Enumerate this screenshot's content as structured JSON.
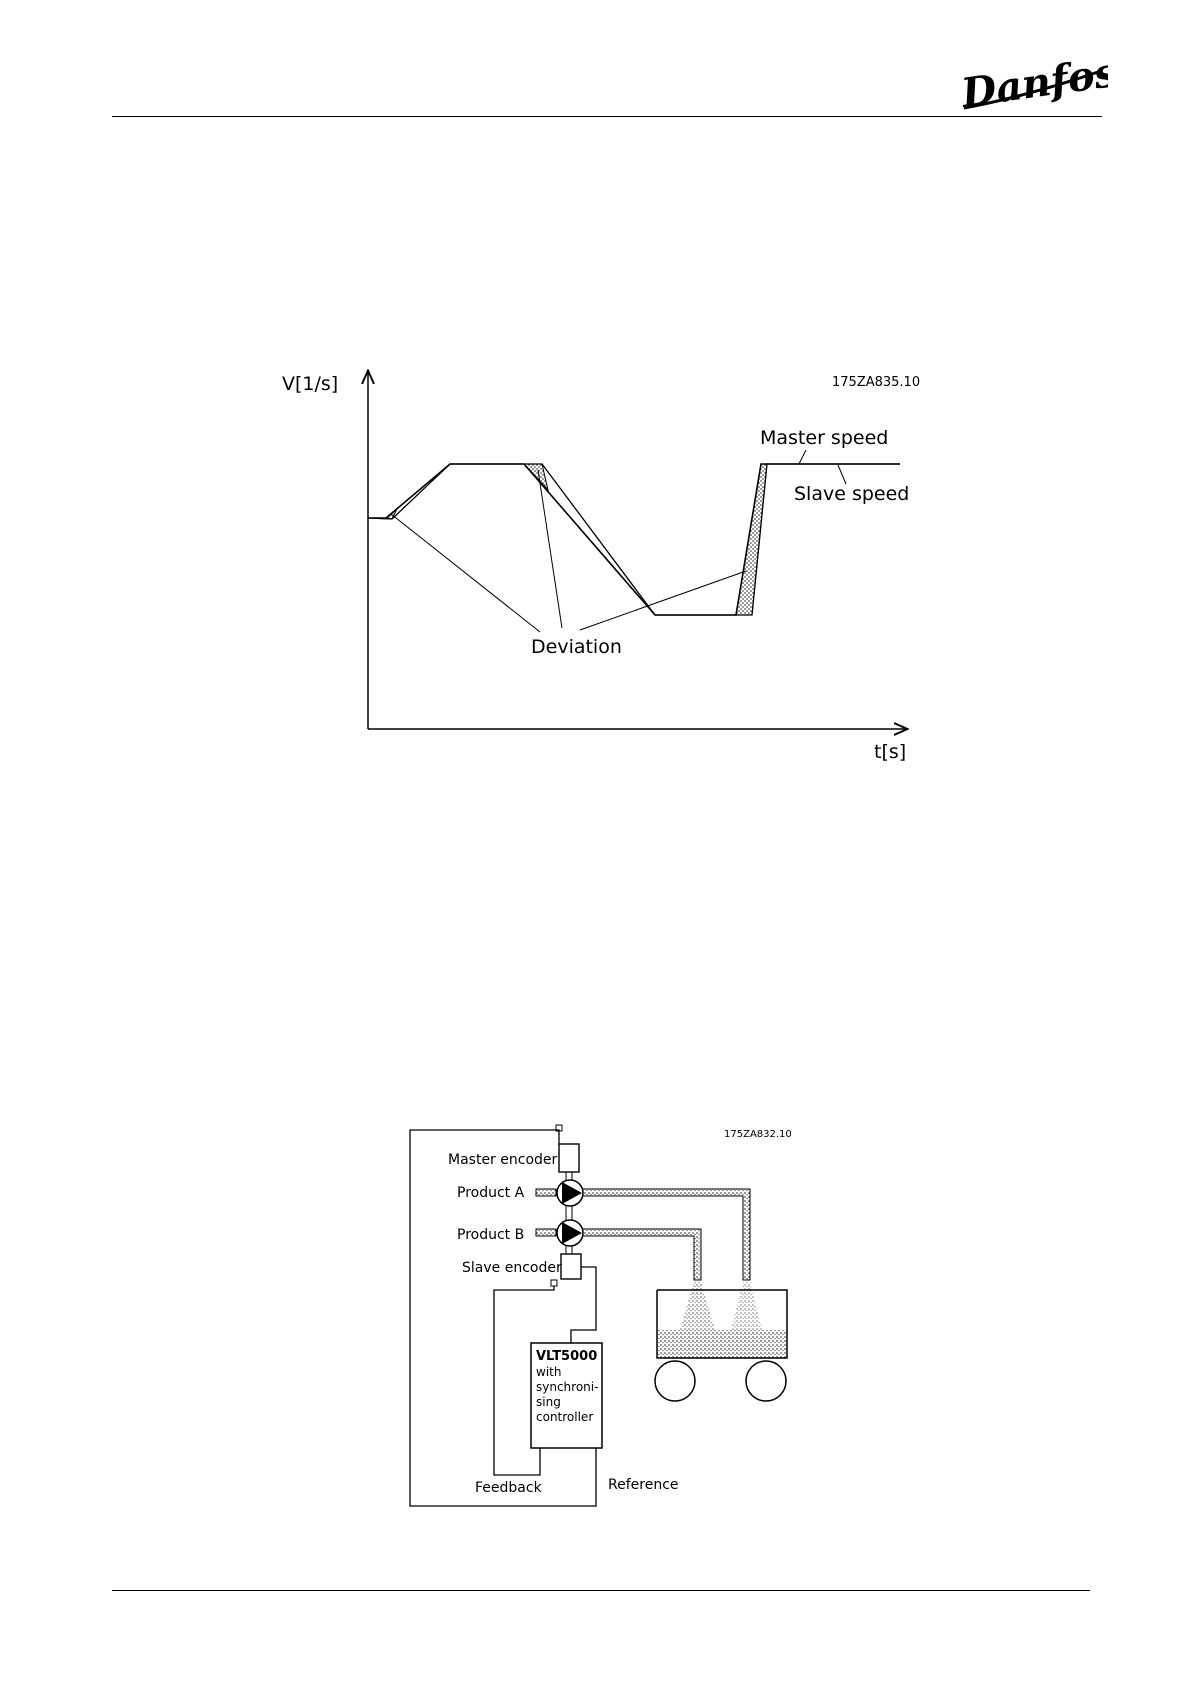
{
  "header": {
    "logo_text": "Danfoss"
  },
  "figure1": {
    "code": "175ZA835.10",
    "y_axis_label": "V[1/s]",
    "x_axis_label": "t[s]",
    "label_master": "Master speed",
    "label_slave": "Slave speed",
    "label_deviation": "Deviation"
  },
  "figure2": {
    "code": "175ZA832.10",
    "master_encoder": "Master encoder",
    "product_a": "Product A",
    "product_b": "Product B",
    "slave_encoder": "Slave encoder",
    "controller_title": "VLT5000",
    "controller_lines": [
      "with",
      "synchroni-",
      "sing",
      "controller"
    ],
    "feedback": "Feedback",
    "reference": "Reference"
  },
  "colors": {
    "ink": "#000000",
    "stipple": "#888888"
  }
}
